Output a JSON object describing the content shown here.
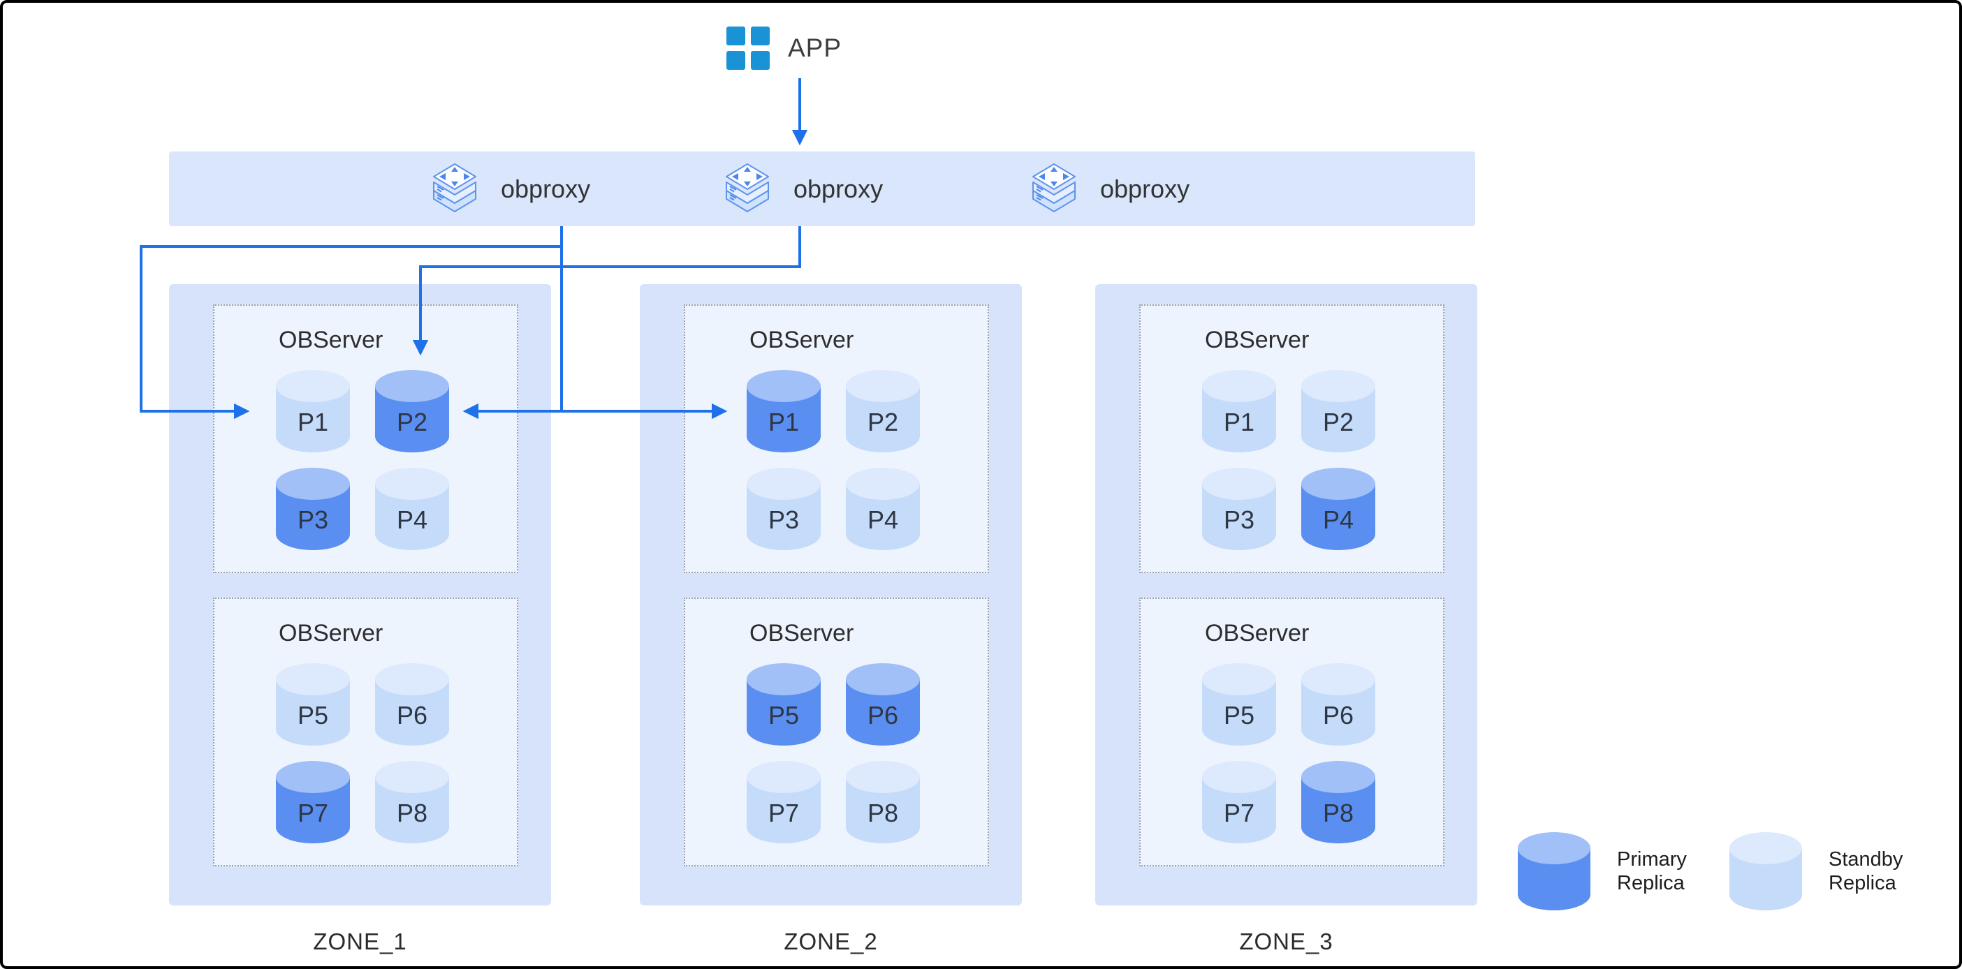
{
  "app": {
    "label": "APP"
  },
  "proxy_band": {
    "items": [
      {
        "label": "obproxy"
      },
      {
        "label": "obproxy"
      },
      {
        "label": "obproxy"
      }
    ]
  },
  "zones": [
    {
      "name": "ZONE_1",
      "servers": [
        {
          "title": "OBServer",
          "partitions": [
            {
              "label": "P1",
              "primary": false
            },
            {
              "label": "P2",
              "primary": true
            },
            {
              "label": "P3",
              "primary": true
            },
            {
              "label": "P4",
              "primary": false
            }
          ]
        },
        {
          "title": "OBServer",
          "partitions": [
            {
              "label": "P5",
              "primary": false
            },
            {
              "label": "P6",
              "primary": false
            },
            {
              "label": "P7",
              "primary": true
            },
            {
              "label": "P8",
              "primary": false
            }
          ]
        }
      ]
    },
    {
      "name": "ZONE_2",
      "servers": [
        {
          "title": "OBServer",
          "partitions": [
            {
              "label": "P1",
              "primary": true
            },
            {
              "label": "P2",
              "primary": false
            },
            {
              "label": "P3",
              "primary": false
            },
            {
              "label": "P4",
              "primary": false
            }
          ]
        },
        {
          "title": "OBServer",
          "partitions": [
            {
              "label": "P5",
              "primary": true
            },
            {
              "label": "P6",
              "primary": true
            },
            {
              "label": "P7",
              "primary": false
            },
            {
              "label": "P8",
              "primary": false
            }
          ]
        }
      ]
    },
    {
      "name": "ZONE_3",
      "servers": [
        {
          "title": "OBServer",
          "partitions": [
            {
              "label": "P1",
              "primary": false
            },
            {
              "label": "P2",
              "primary": false
            },
            {
              "label": "P3",
              "primary": false
            },
            {
              "label": "P4",
              "primary": true
            }
          ]
        },
        {
          "title": "OBServer",
          "partitions": [
            {
              "label": "P5",
              "primary": false
            },
            {
              "label": "P6",
              "primary": false
            },
            {
              "label": "P7",
              "primary": false
            },
            {
              "label": "P8",
              "primary": true
            }
          ]
        }
      ]
    }
  ],
  "legend": {
    "items": [
      {
        "type": "primary",
        "label": "Primary Replica"
      },
      {
        "type": "standby",
        "label": "Standby Replica"
      }
    ]
  },
  "colors": {
    "app_icon": "#1a93d6",
    "band_bg": "#d9e6fc",
    "zone_bg": "#d7e3fb",
    "server_bg": "#eef4fe",
    "standby_body": "#c5dbfa",
    "standby_top": "#dde9fc",
    "primary_body": "#5a8ef0",
    "primary_top": "#a0c0f7",
    "arrow": "#1e71e8"
  }
}
